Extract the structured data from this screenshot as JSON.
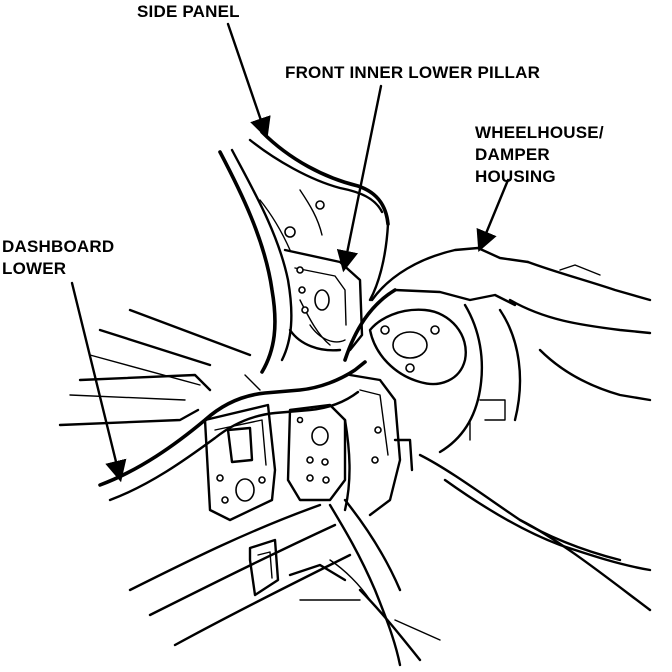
{
  "labels": {
    "side_panel": "SIDE PANEL",
    "front_inner_lower_pillar": "FRONT INNER LOWER PILLAR",
    "wheelhouse_line1": "WHEELHOUSE/",
    "wheelhouse_line2": "DAMPER",
    "wheelhouse_line3": "HOUSING",
    "dashboard_line1": "DASHBOARD",
    "dashboard_line2": "LOWER"
  },
  "colors": {
    "ink": "#000000",
    "paper": "#ffffff"
  }
}
